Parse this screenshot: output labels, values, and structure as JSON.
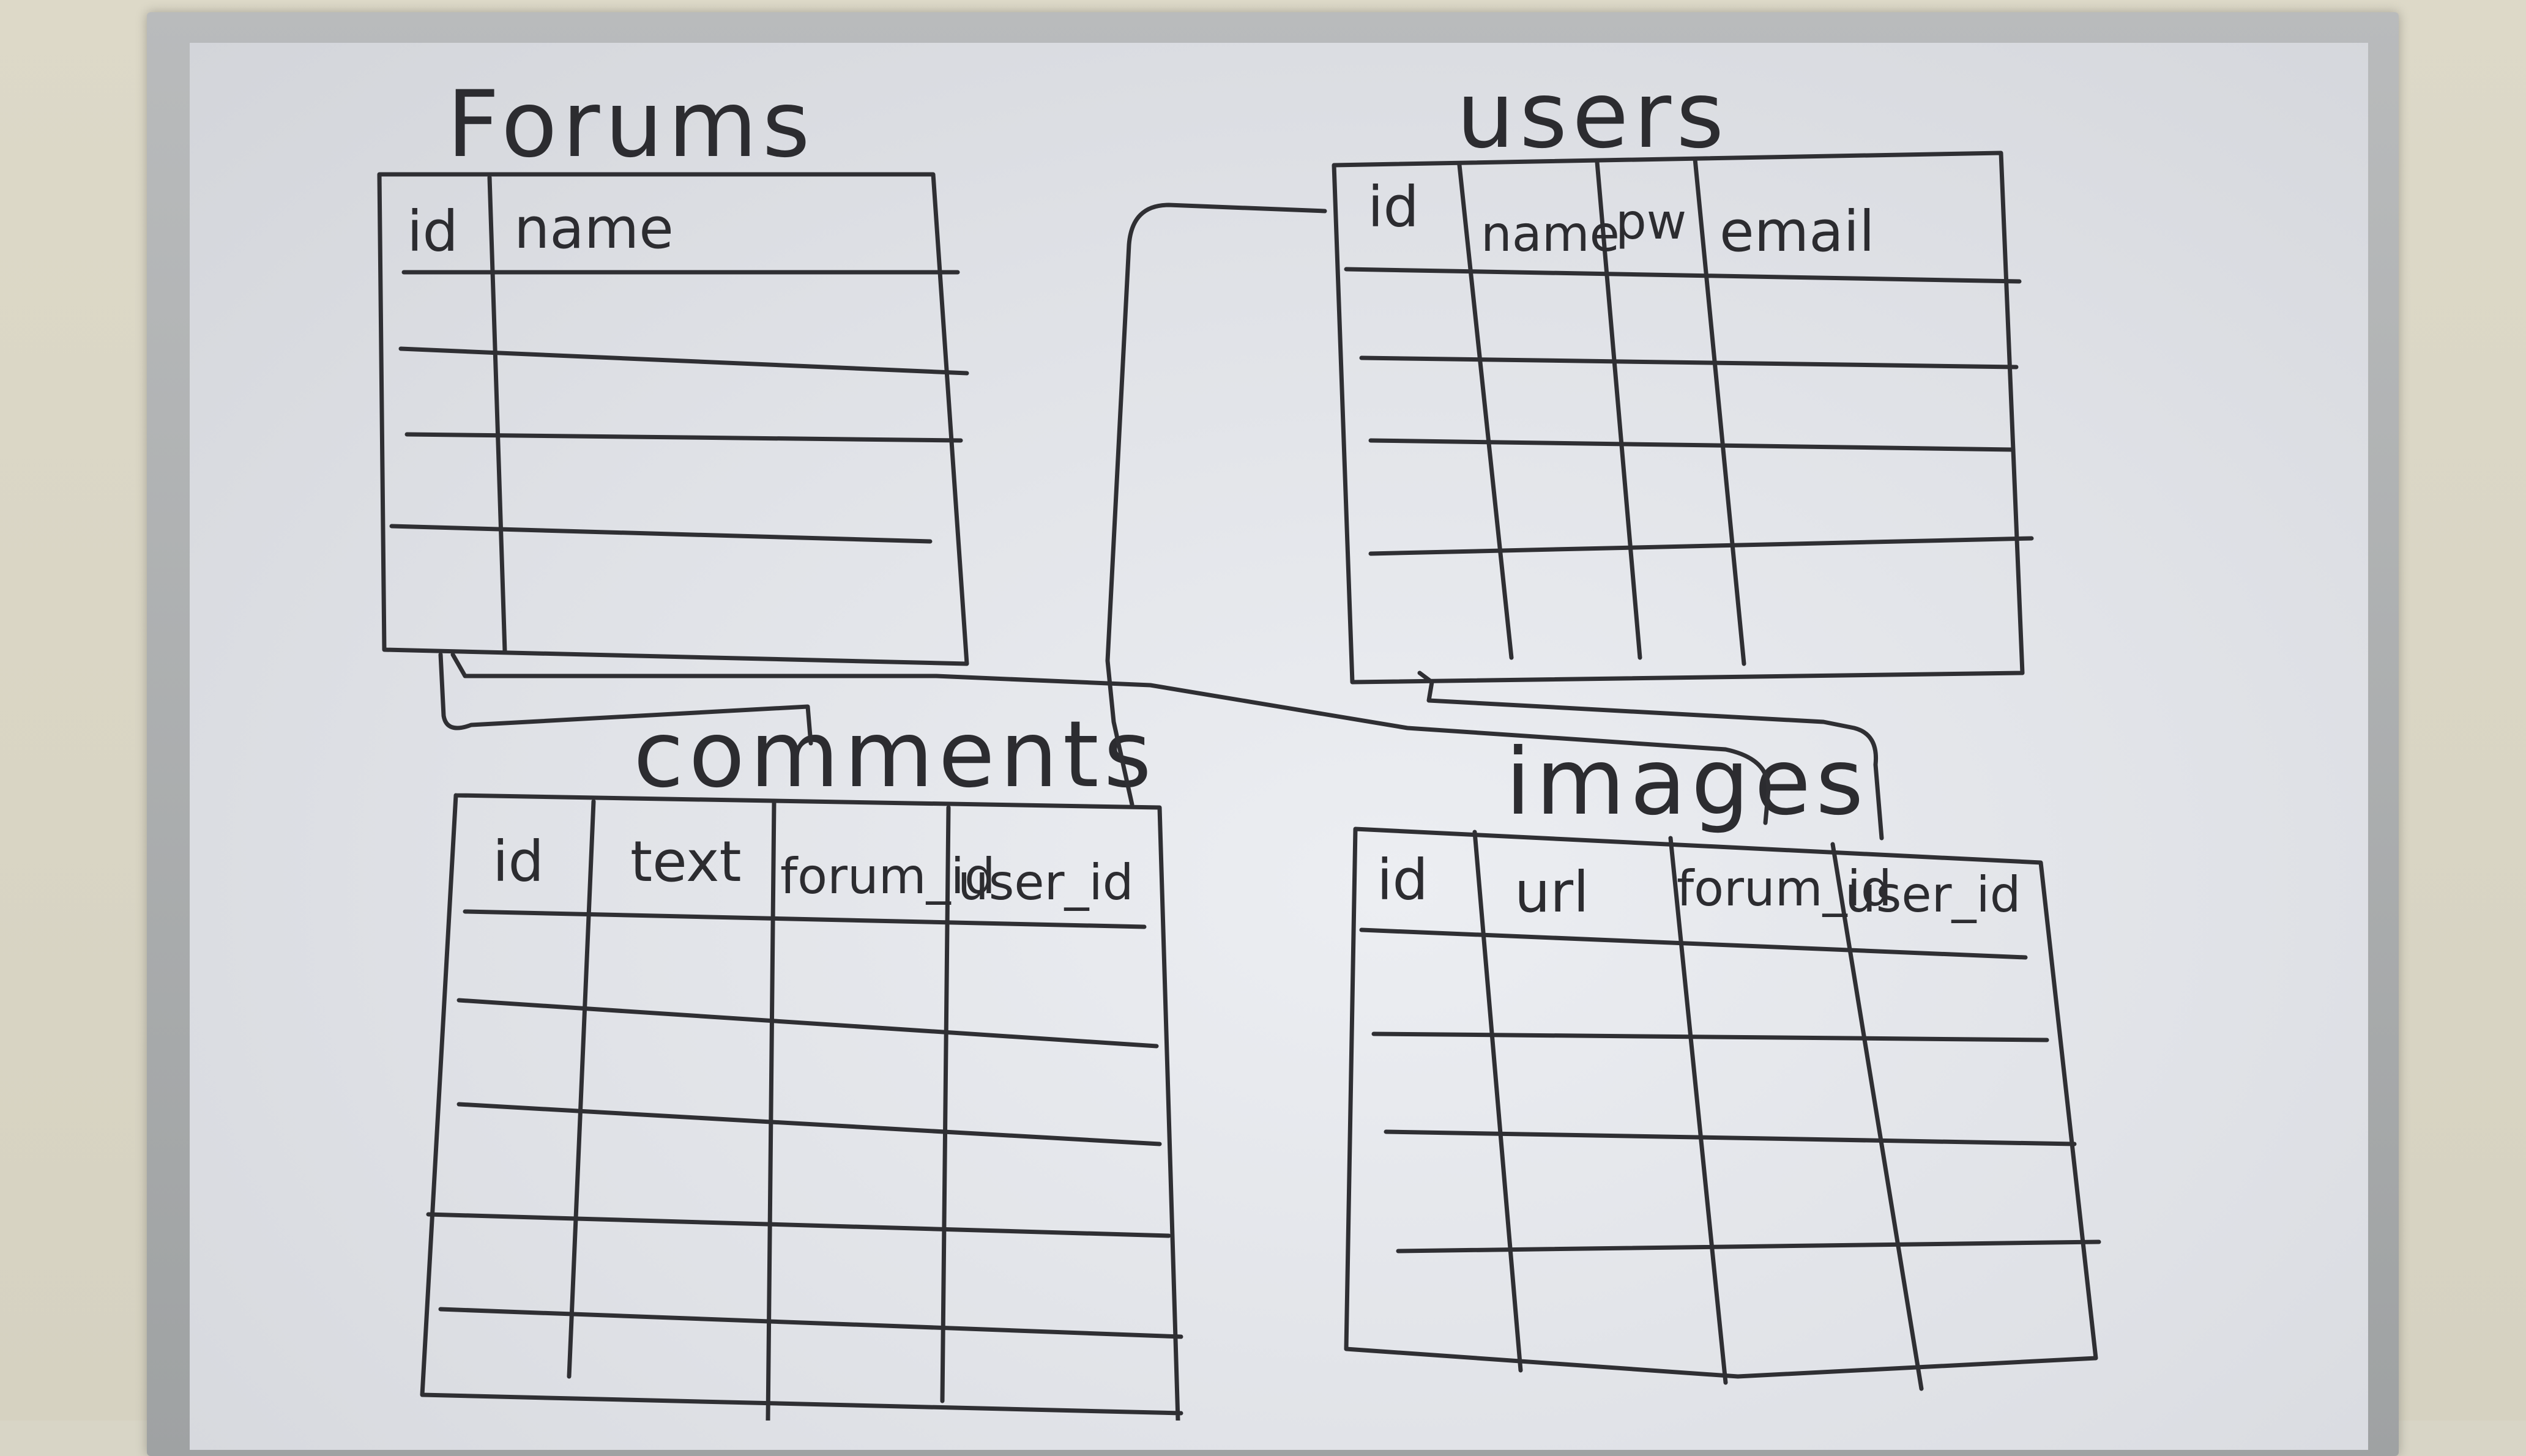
{
  "tables": {
    "forums": {
      "title": "Forums",
      "columns": [
        "id",
        "name"
      ]
    },
    "users": {
      "title": "users",
      "columns": [
        "id",
        "name",
        "pw",
        "email"
      ]
    },
    "comments": {
      "title": "comments",
      "columns": [
        "id",
        "text",
        "forum_id",
        "user_id"
      ]
    },
    "images": {
      "title": "images",
      "columns": [
        "id",
        "url",
        "forum_id",
        "user_id"
      ]
    }
  },
  "colors": {
    "marker": "#2f2f33",
    "board": "#e4e6ea",
    "frame": "#aeb0b2"
  }
}
